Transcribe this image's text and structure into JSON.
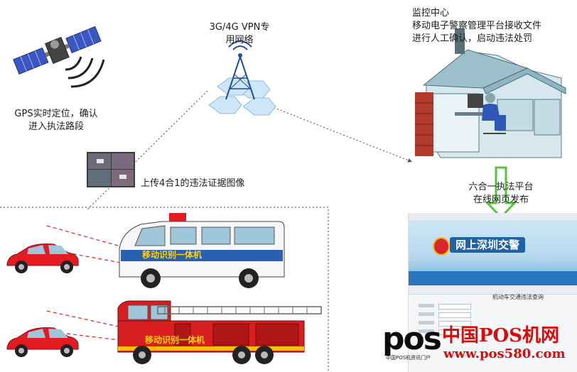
{
  "labels": {
    "gps": "GPS实时定位，确认\n进入执法路段",
    "network": "3G/4G VPN专\n用网络",
    "monitor": "监控中心\n移动电子警察管理平台接收文件\n进行人工确认，启动违法处罚",
    "upload": "上传4合1的违法证据图像",
    "platform": "六合一执法平台\n在线网页发布"
  },
  "vehicle_labels": {
    "van": "移动识别一体机",
    "fire_truck": "移动识别一体机"
  },
  "website": {
    "title": "网上深圳交警",
    "query_title": "机动车交通违法查询"
  },
  "watermark": {
    "logo": "pos",
    "cn": "中国POS机网",
    "url": "www.pos580.com",
    "tagline": "中国POS机资讯门户"
  },
  "colors": {
    "car": "#e31b23",
    "van_stripe": "#2b5fb0",
    "fire_truck": "#d81e1e",
    "arrow_green": "#57c43b",
    "brick": "#b53a2e",
    "house": "#cfe1e7"
  },
  "icons": [
    "satellite-icon",
    "signal-tower-icon",
    "house-icon",
    "camera-thumbnails-icon",
    "car-icon",
    "van-icon",
    "fire-truck-icon"
  ]
}
